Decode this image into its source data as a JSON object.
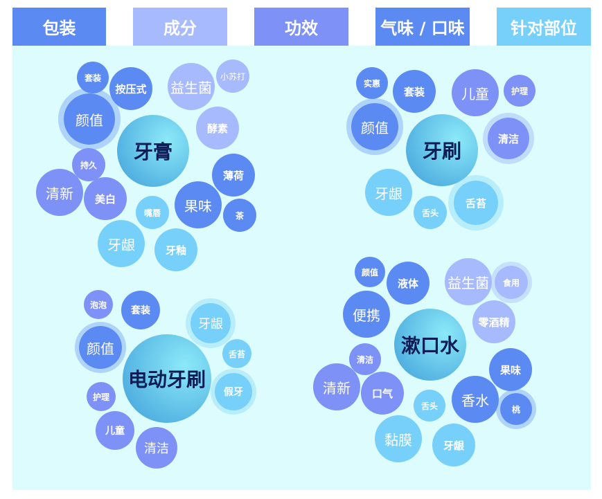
{
  "tabs": [
    {
      "label": "包装",
      "color": "#5c8af3"
    },
    {
      "label": "成分",
      "color": "#a7bafd"
    },
    {
      "label": "功效",
      "color": "#7e91f6"
    },
    {
      "label": "气味 / 口味",
      "color": "#5c8af3"
    },
    {
      "label": "针对部位",
      "color": "#76d0f9"
    }
  ],
  "colors": {
    "panel": "#dcfcfd",
    "packaging": "#5c8af3",
    "ingredient": "#a7bafd",
    "effect": "#7e91f6",
    "flavor": "#5c8af3",
    "part": "#76d0f9"
  },
  "clusters": [
    {
      "center": "牙膏",
      "bubbles": [
        {
          "label": "套装",
          "category": "packaging"
        },
        {
          "label": "按压式",
          "category": "packaging"
        },
        {
          "label": "益生菌",
          "category": "ingredient"
        },
        {
          "label": "小苏打",
          "category": "ingredient"
        },
        {
          "label": "颜值",
          "category": "packaging"
        },
        {
          "label": "酵素",
          "category": "ingredient"
        },
        {
          "label": "持久",
          "category": "effect"
        },
        {
          "label": "薄荷",
          "category": "flavor"
        },
        {
          "label": "清新",
          "category": "effect"
        },
        {
          "label": "美白",
          "category": "effect"
        },
        {
          "label": "嘴唇",
          "category": "part"
        },
        {
          "label": "果味",
          "category": "flavor"
        },
        {
          "label": "茶",
          "category": "flavor"
        },
        {
          "label": "牙龈",
          "category": "part"
        },
        {
          "label": "牙釉",
          "category": "part"
        }
      ]
    },
    {
      "center": "牙刷",
      "bubbles": [
        {
          "label": "实惠",
          "category": "packaging"
        },
        {
          "label": "套装",
          "category": "packaging"
        },
        {
          "label": "儿童",
          "category": "effect"
        },
        {
          "label": "护理",
          "category": "effect"
        },
        {
          "label": "颜值",
          "category": "packaging"
        },
        {
          "label": "清洁",
          "category": "effect"
        },
        {
          "label": "牙龈",
          "category": "part"
        },
        {
          "label": "舌头",
          "category": "part"
        },
        {
          "label": "舌苔",
          "category": "part"
        }
      ]
    },
    {
      "center": "电动牙刷",
      "bubbles": [
        {
          "label": "泡泡",
          "category": "effect"
        },
        {
          "label": "套装",
          "category": "packaging"
        },
        {
          "label": "牙龈",
          "category": "part"
        },
        {
          "label": "颜值",
          "category": "packaging"
        },
        {
          "label": "舌苔",
          "category": "part"
        },
        {
          "label": "假牙",
          "category": "part"
        },
        {
          "label": "护理",
          "category": "effect"
        },
        {
          "label": "儿童",
          "category": "effect"
        },
        {
          "label": "清洁",
          "category": "effect"
        }
      ]
    },
    {
      "center": "漱口水",
      "bubbles": [
        {
          "label": "颜值",
          "category": "packaging"
        },
        {
          "label": "液体",
          "category": "packaging"
        },
        {
          "label": "益生菌",
          "category": "ingredient"
        },
        {
          "label": "食用",
          "category": "ingredient"
        },
        {
          "label": "便携",
          "category": "packaging"
        },
        {
          "label": "零酒精",
          "category": "ingredient"
        },
        {
          "label": "清洁",
          "category": "effect"
        },
        {
          "label": "果味",
          "category": "flavor"
        },
        {
          "label": "清新",
          "category": "effect"
        },
        {
          "label": "口气",
          "category": "effect"
        },
        {
          "label": "舌头",
          "category": "part"
        },
        {
          "label": "香水",
          "category": "flavor"
        },
        {
          "label": "桃",
          "category": "flavor"
        },
        {
          "label": "黏膜",
          "category": "part"
        },
        {
          "label": "牙龈",
          "category": "part"
        }
      ]
    }
  ]
}
